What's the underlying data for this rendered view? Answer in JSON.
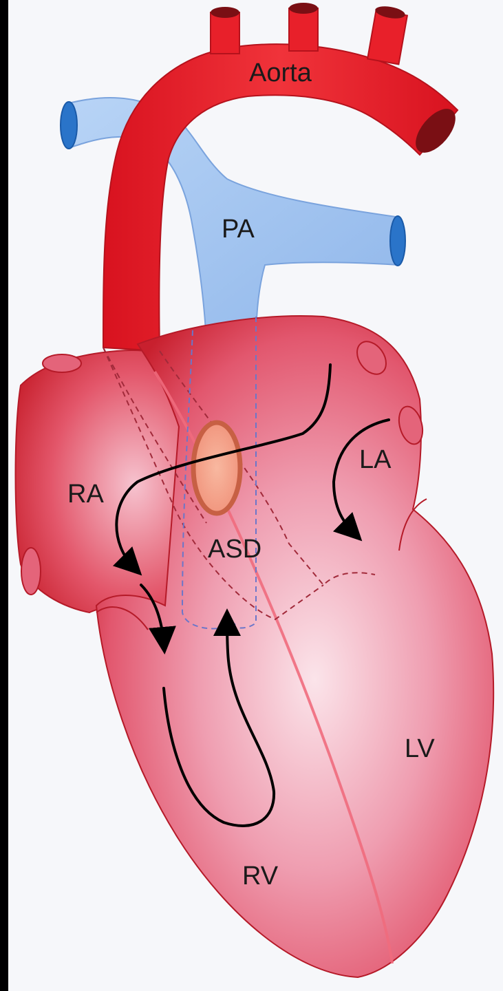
{
  "labels": {
    "aorta": "Aorta",
    "pa": "PA",
    "la": "LA",
    "ra": "RA",
    "asd": "ASD",
    "lv": "LV",
    "rv": "RV"
  },
  "colors": {
    "aorta_red": "#e8202a",
    "heart_pink": "#e77d95",
    "pulmonary_blue": "#9ec3f1",
    "asd_orange": "#f2a08a",
    "flow_arrow": "#000000"
  }
}
